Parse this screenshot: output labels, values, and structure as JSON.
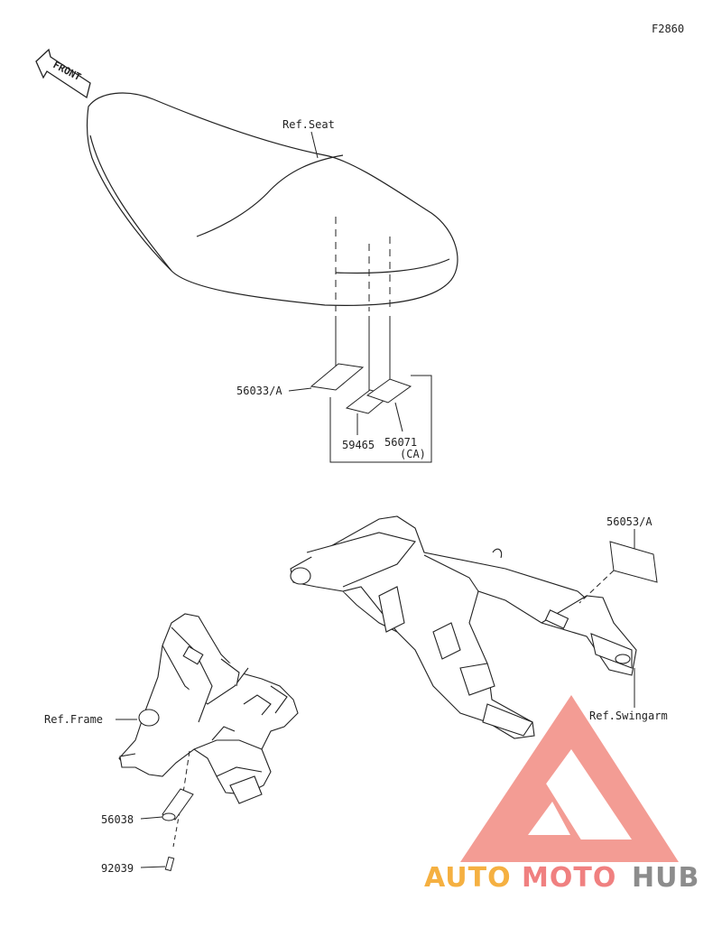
{
  "figure_code": "F2860",
  "direction_label": "FRONT",
  "references": {
    "seat": "Ref.Seat",
    "frame": "Ref.Frame",
    "swingarm": "Ref.Swingarm"
  },
  "parts": {
    "p56033": "56033/A",
    "p59465": "59465",
    "p56071": "56071",
    "p56071_note": "(CA)",
    "p56053": "56053/A",
    "p56038": "56038",
    "p92039": "92039"
  },
  "watermark": {
    "part1": "AUTO",
    "part2": "MOTO",
    "part3": "HUB",
    "colors": {
      "auto": "#f5b041",
      "moto": "#f08080",
      "hub": "#8c8c8c",
      "logo": "#f08a80"
    }
  }
}
